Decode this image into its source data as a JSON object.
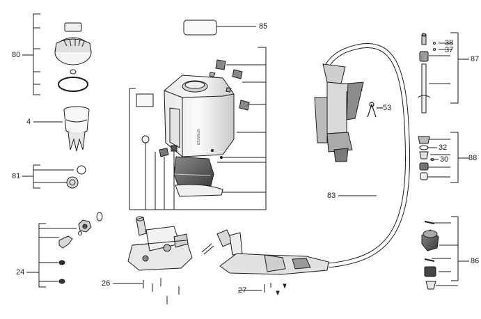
{
  "callouts": {
    "c80": "80",
    "c85": "85",
    "c87": "87",
    "c38": "38",
    "c37": "37",
    "c4": "4",
    "c53": "53",
    "c32": "32",
    "c88": "88",
    "c30": "30",
    "c81": "81",
    "c83": "83",
    "c24": "24",
    "c86": "86",
    "c26": "26",
    "c27": "27"
  },
  "colors": {
    "line": "#1a1a1a",
    "part_fill": "#f2f2f2",
    "part_shade": "#bfbfbf",
    "part_dark": "#4a4a4a"
  }
}
